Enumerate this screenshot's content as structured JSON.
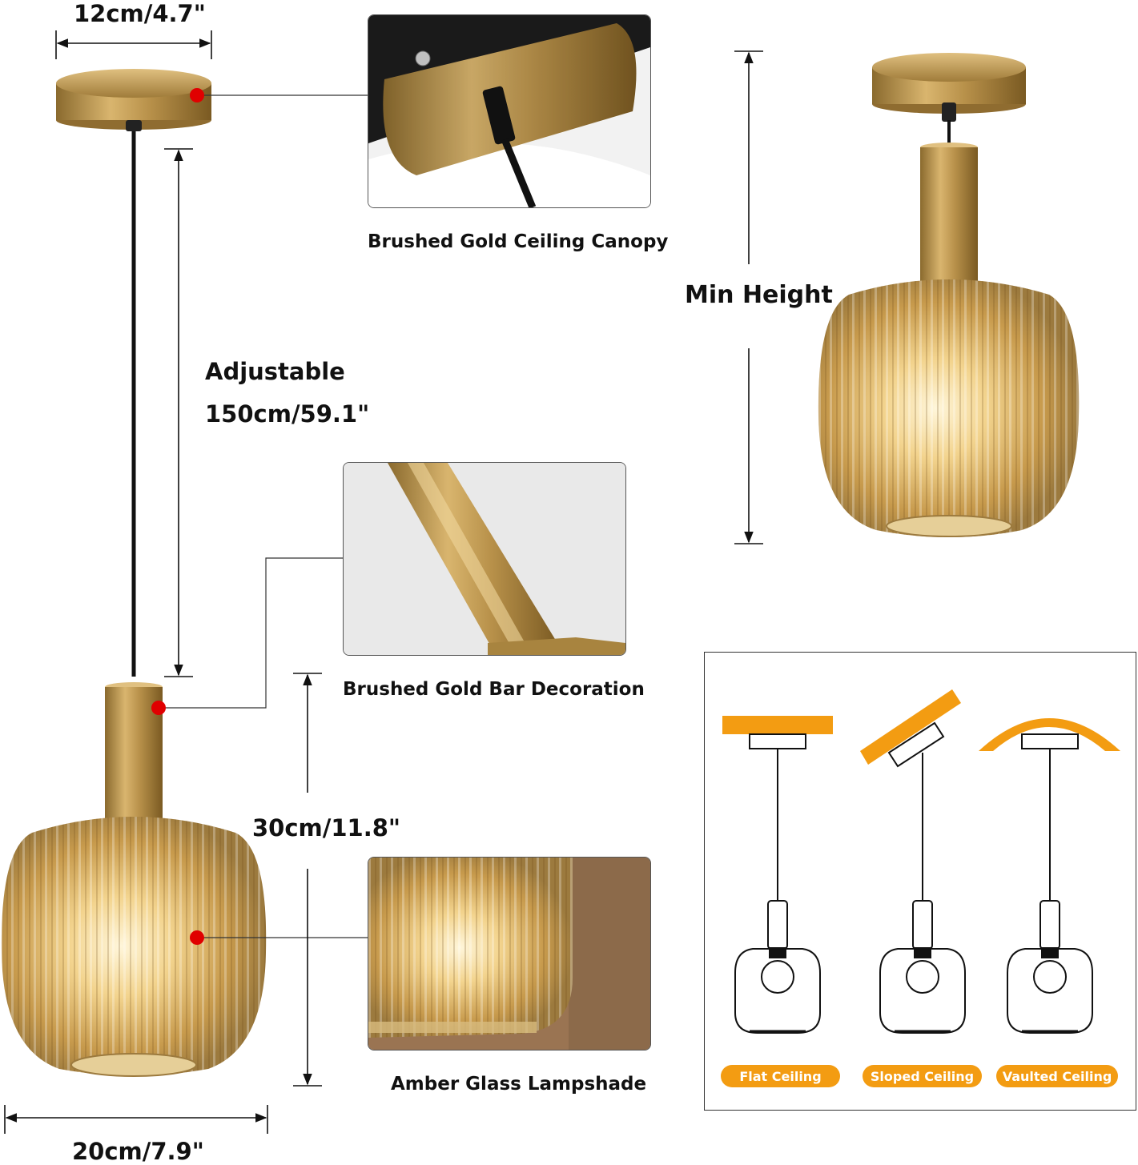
{
  "dimensions": {
    "canopy_width": "12cm/4.7\"",
    "adjustable_title": "Adjustable",
    "cord_length": "150cm/59.1\"",
    "fixture_height": "30cm/11.8\"",
    "shade_width": "20cm/7.9\"",
    "min_height": "Min Height"
  },
  "callouts": {
    "canopy": "Brushed Gold Ceiling Canopy",
    "bar": "Brushed Gold Bar Decoration",
    "shade": "Amber Glass Lampshade"
  },
  "installation": {
    "flat": "Flat Ceiling",
    "sloped": "Sloped Ceiling",
    "vaulted": "Vaulted Ceiling"
  },
  "colors": {
    "gold": "#b8914a",
    "amber": "#d9b36a",
    "marker": "#e00000",
    "orange": "#f39c12"
  }
}
